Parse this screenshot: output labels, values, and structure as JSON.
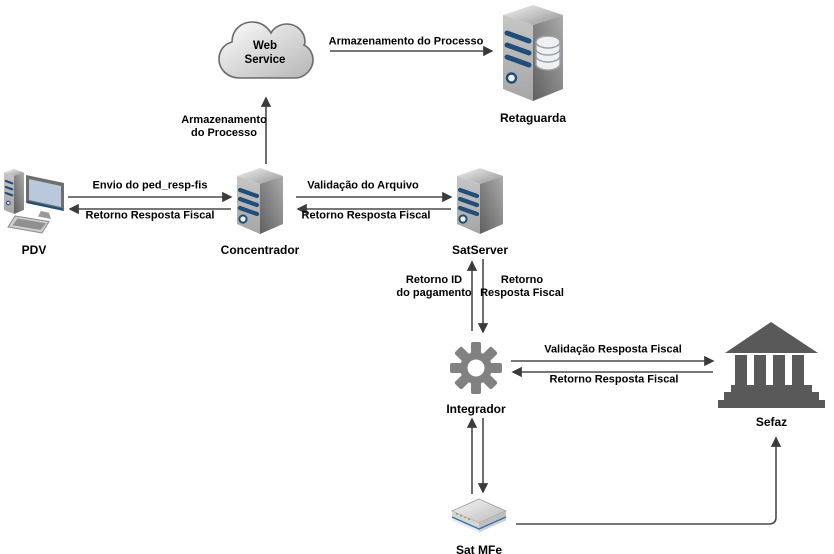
{
  "diagram": {
    "nodes": {
      "pdv": {
        "label": "PDV",
        "icon": "desktop-computer-icon"
      },
      "concentrador": {
        "label": "Concentrador",
        "icon": "server-icon"
      },
      "web_service": {
        "label": "Web\nService",
        "icon": "cloud-icon"
      },
      "retaguarda": {
        "label": "Retaguarda",
        "icon": "database-server-icon"
      },
      "satserver": {
        "label": "SatServer",
        "icon": "server-icon"
      },
      "integrador": {
        "label": "Integrador",
        "icon": "gear-icon"
      },
      "sefaz": {
        "label": "Sefaz",
        "icon": "government-building-icon"
      },
      "sat_mfe": {
        "label": "Sat MFe",
        "icon": "device-box-icon"
      }
    },
    "edges": {
      "pdv_to_concentrador": {
        "label": "Envio do ped_resp-fis"
      },
      "concentrador_to_pdv": {
        "label": "Retorno Resposta Fiscal"
      },
      "concentrador_to_webservice": {
        "label": "Armazenamento\ndo Processo"
      },
      "webservice_to_retaguarda": {
        "label": "Armazenamento do Processo"
      },
      "concentrador_to_satserver": {
        "label": "Validação do Arquivo"
      },
      "satserver_to_concentrador": {
        "label": "Retorno Resposta Fiscal"
      },
      "integrador_to_satserver": {
        "label": "Retorno ID\ndo pagamento"
      },
      "satserver_to_integrador": {
        "label": "Retorno\nResposta Fiscal"
      },
      "integrador_to_sefaz": {
        "label": "Validação Resposta Fiscal"
      },
      "sefaz_to_integrador": {
        "label": "Retorno Resposta Fiscal"
      },
      "integrador_to_satmfe": {
        "label": ""
      },
      "satmfe_to_integrador": {
        "label": ""
      },
      "satmfe_to_sefaz": {
        "label": ""
      }
    },
    "colors": {
      "arrow": "#4a4a4a",
      "server_stripe_blue": "#1e4e79",
      "gear_gray": "#818181",
      "building_gray": "#595959",
      "screen_blue": "#b9c8da",
      "device_edge_blue": "#2e74b5",
      "text": "#000000",
      "background": "#ffffff"
    }
  }
}
